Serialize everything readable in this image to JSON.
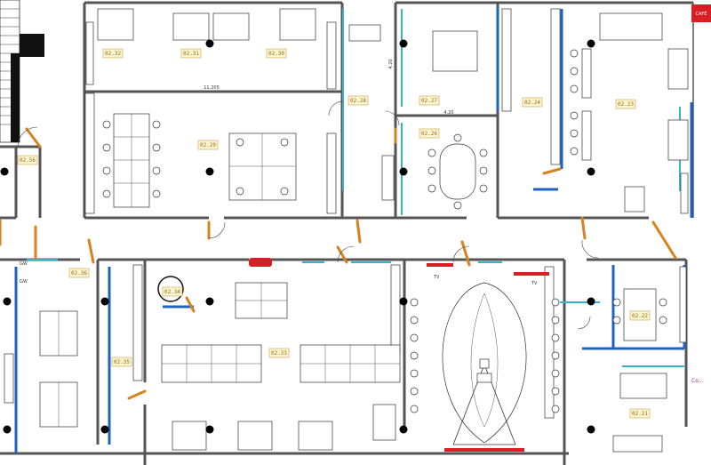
{
  "rooms": [
    {
      "id": "r1",
      "label": "02.32"
    },
    {
      "id": "r2",
      "label": "02.31"
    },
    {
      "id": "r3",
      "label": "02.30"
    },
    {
      "id": "r4",
      "label": "02.29"
    },
    {
      "id": "r5",
      "label": "02.28"
    },
    {
      "id": "r6",
      "label": "02.27"
    },
    {
      "id": "r7",
      "label": "02.26"
    },
    {
      "id": "r8",
      "label": "02.24"
    },
    {
      "id": "r9",
      "label": "02.23"
    },
    {
      "id": "r10",
      "label": "02.56"
    },
    {
      "id": "r11",
      "label": "02.36"
    },
    {
      "id": "r12",
      "label": "02.34"
    },
    {
      "id": "r13",
      "label": "02.35"
    },
    {
      "id": "r14",
      "label": "02.33"
    },
    {
      "id": "r15",
      "label": "02.22"
    },
    {
      "id": "r16",
      "label": "02.21"
    }
  ],
  "annotations": {
    "dim_top": "11.205",
    "dim_mid": "4.20",
    "dim_left": "4.20",
    "gw_top": "GW",
    "gw_bottom": "GW",
    "tv_left": "TV",
    "tv_right": "TV",
    "corner_tag": "CAFÉ",
    "side_note": "Co..."
  }
}
